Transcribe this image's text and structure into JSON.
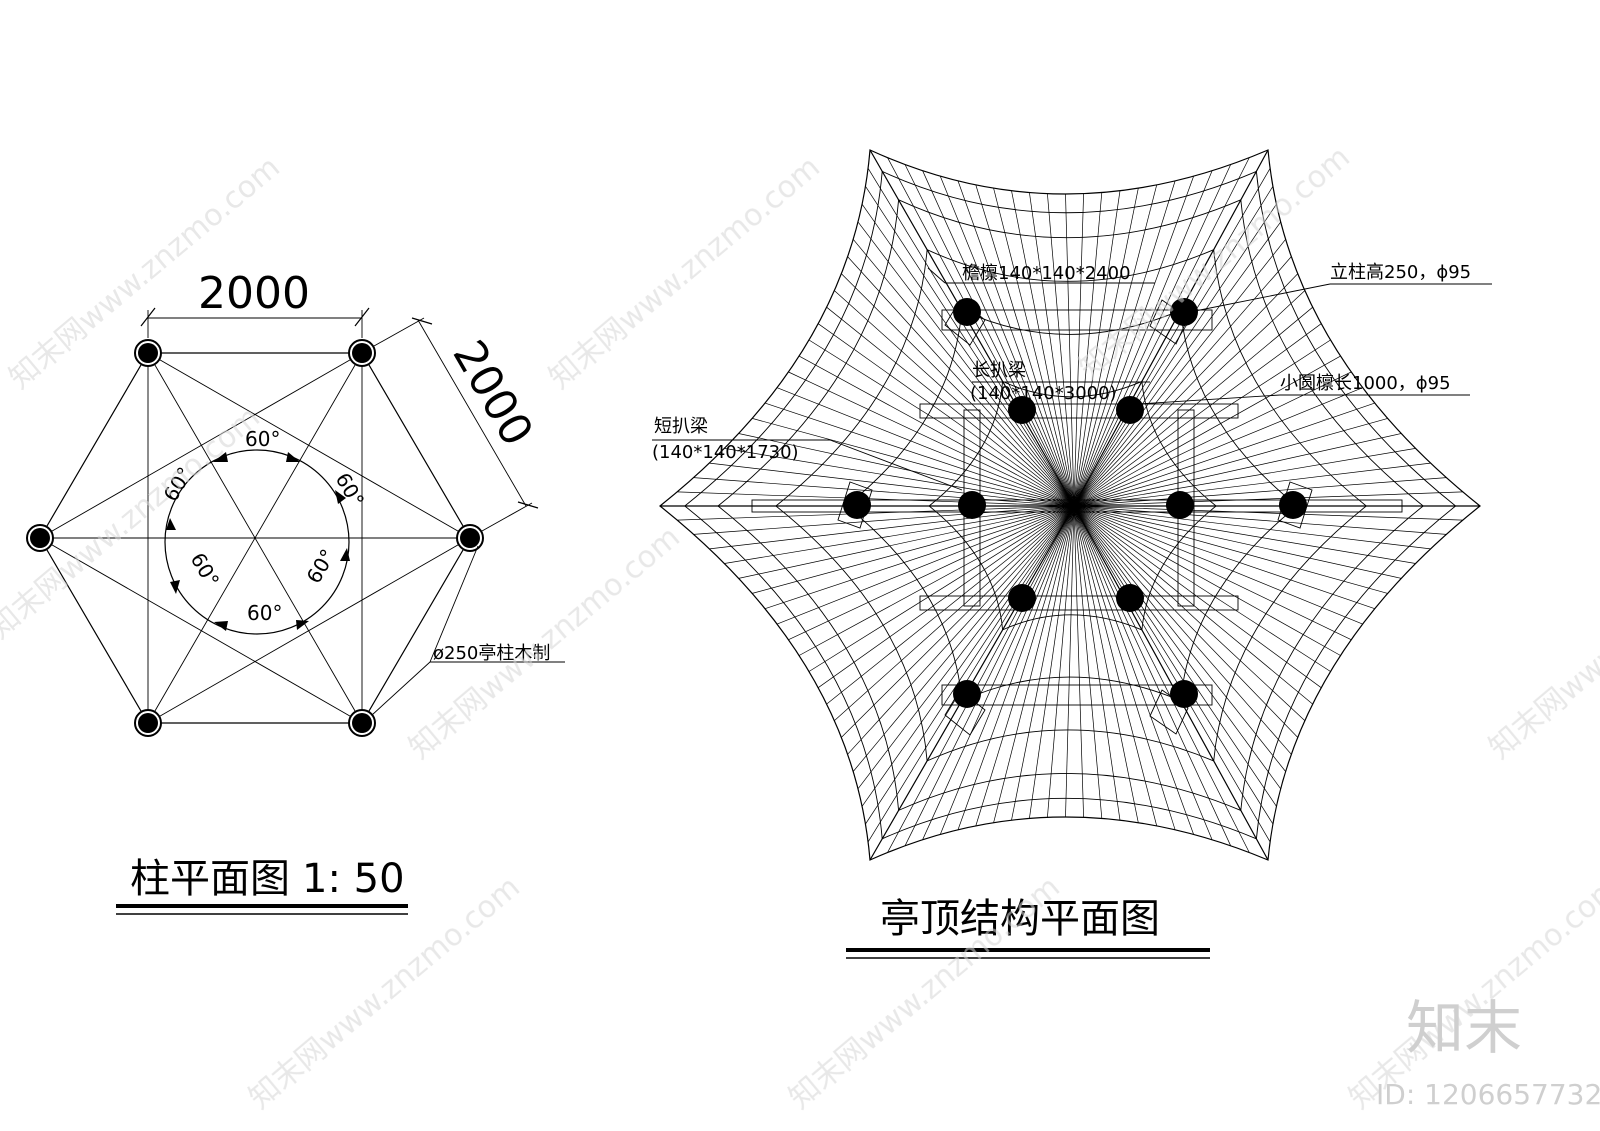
{
  "column_plan": {
    "title": "柱平面图",
    "scale": "1: 50",
    "dim_top": "2000",
    "dim_side": "2000",
    "angle_label": "60°",
    "column_note": "ø250亭柱木制"
  },
  "roof_plan": {
    "title": "亭顶结构平面图",
    "notes": {
      "eave_purlin": "檐檩140*140*2400",
      "long_beam": "长扒梁",
      "long_beam_size": "(140*140*3000)",
      "short_beam": "短扒梁",
      "short_beam_size": "(140*140*1730)",
      "post": "立柱高250，ϕ95",
      "small_purlin": "小圆檩长1000，ϕ95"
    }
  },
  "watermark": {
    "text": "知末网www.znzmo.com",
    "brand": "知末",
    "id": "ID: 1206657732"
  }
}
